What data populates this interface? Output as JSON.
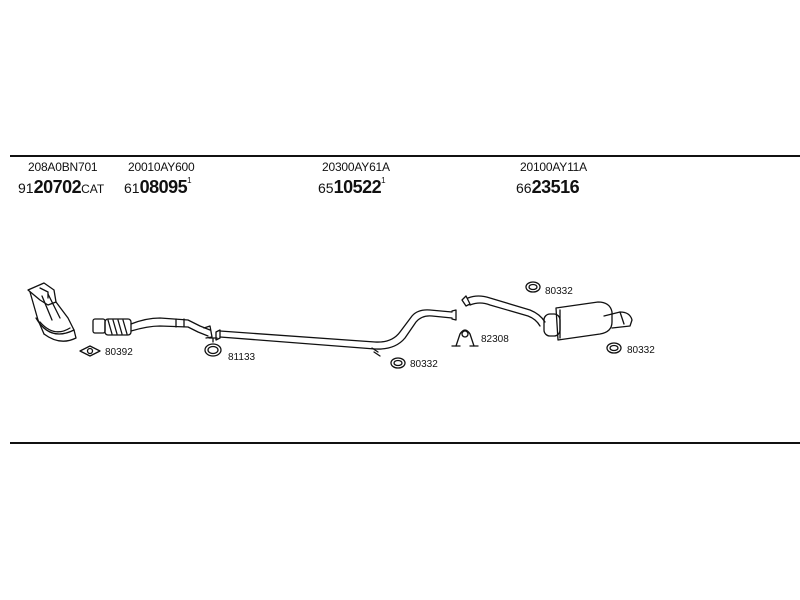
{
  "parts": [
    {
      "oe": "208A0BN701",
      "prefix": "91",
      "main": "20702",
      "suffix": "CAT",
      "note": ""
    },
    {
      "oe": "20010AY600",
      "prefix": "61",
      "main": "08095",
      "suffix": "",
      "note": "1"
    },
    {
      "oe": "20300AY61A",
      "prefix": "65",
      "main": "10522",
      "suffix": "",
      "note": "1"
    },
    {
      "oe": "20100AY11A",
      "prefix": "66",
      "main": "23516",
      "suffix": "",
      "note": ""
    }
  ],
  "callouts": {
    "gasket_a": "80392",
    "clamp": "81133",
    "ring_mid": "80332",
    "hanger": "82308",
    "ring_top": "80332",
    "ring_right": "80332"
  }
}
